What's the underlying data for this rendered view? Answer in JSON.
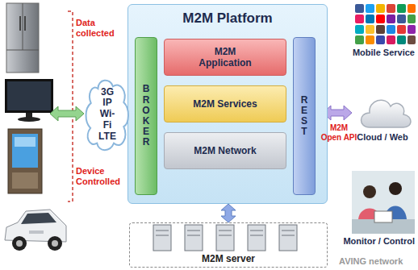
{
  "diagram": {
    "nodes": [
      {
        "text": [
          "M2M Platform"
        ]
      },
      {
        "text": [
          "BROKER"
        ],
        "in": 0
      },
      {
        "text": [
          "M2M Application"
        ],
        "in": 0
      },
      {
        "text": [
          "M2M Services"
        ],
        "in": 0
      },
      {
        "text": [
          "M2M Network"
        ],
        "in": 0
      },
      {
        "text": [
          "REST"
        ],
        "in": 0
      },
      {
        "text": [
          "3G IP Wi-Fi LTE"
        ]
      },
      {
        "text": [
          "M2M server"
        ]
      }
    ],
    "edges": [
      {
        "from": 0,
        "to": 7,
        "arrow": "both"
      }
    ],
    "labels": [
      "Data collected",
      "Device Controlled",
      "M2M Open API",
      "Mobile Service",
      "Cloud / Web",
      "Monitor / Control",
      "AVING network"
    ]
  }
}
